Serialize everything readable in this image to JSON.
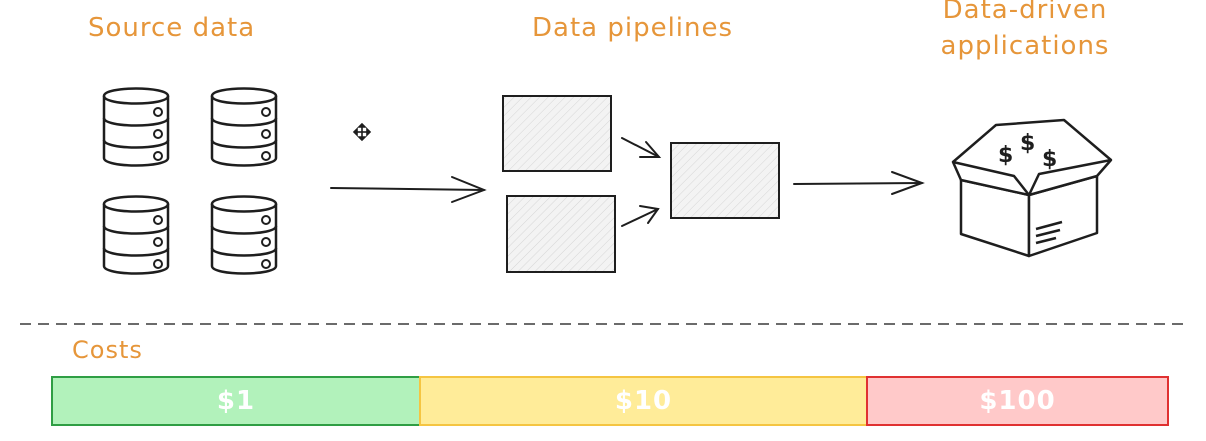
{
  "colors": {
    "accent": "#e6963a",
    "stroke": "#1e1e1e",
    "box_fill": "#f3f3f3",
    "divider": "#6b6b6b",
    "cost_low_fill": "#b2f2bb",
    "cost_low_border": "#2f9e44",
    "cost_mid_fill": "#ffec99",
    "cost_mid_border": "#f5c542",
    "cost_high_fill": "#ffc9c9",
    "cost_high_border": "#e03131"
  },
  "headings": {
    "source": "Source data",
    "pipelines": "Data pipelines",
    "apps_line1": "Data-driven",
    "apps_line2": "applications",
    "costs": "Costs"
  },
  "icons": {
    "database": "database-icon",
    "pipeline_box": "pipeline-box",
    "arrow": "arrow-icon",
    "money_box": "money-box-icon",
    "move_cursor": "move-cursor-icon"
  },
  "box_symbol": "$",
  "costs": [
    {
      "label": "$1",
      "level": "low"
    },
    {
      "label": "$10",
      "level": "mid"
    },
    {
      "label": "$100",
      "level": "high"
    }
  ]
}
